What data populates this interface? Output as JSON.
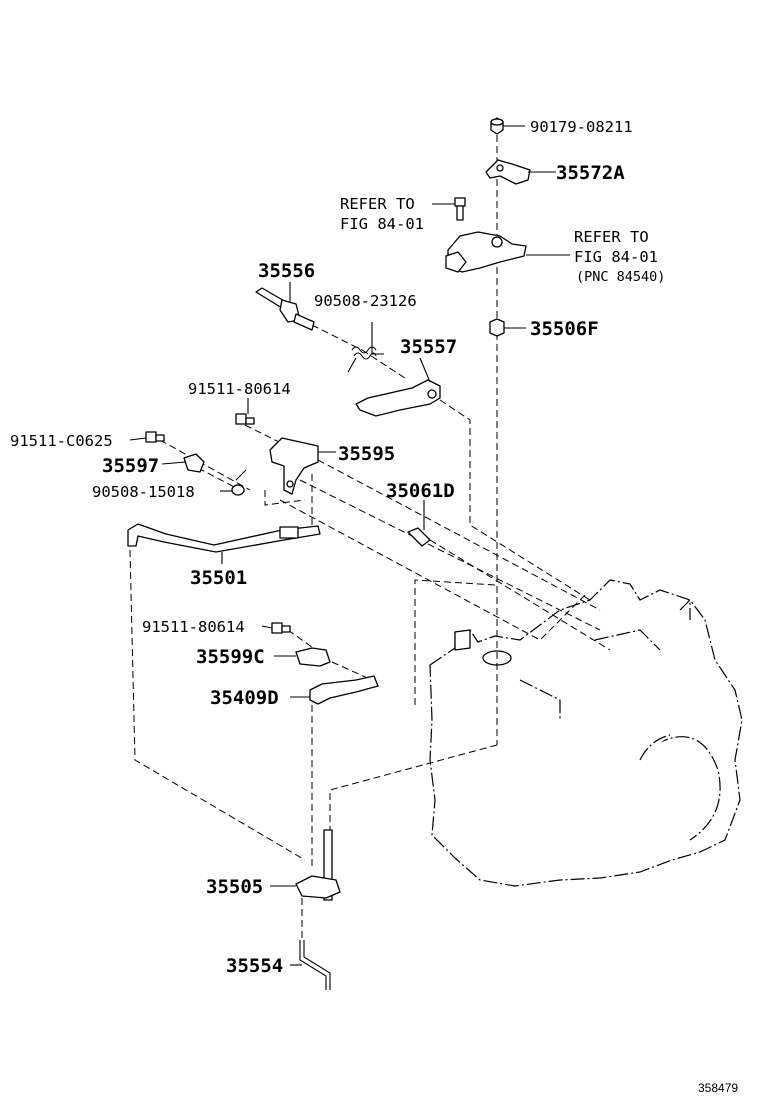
{
  "labels": {
    "p90179_08211": "90179-08211",
    "p35572A": "35572A",
    "refer_to_1": "REFER TO",
    "fig_84_01_1": "FIG 84-01",
    "refer_to_2": "REFER TO",
    "fig_84_01_2": "FIG 84-01",
    "pnc": "(PNC 84540)",
    "p35506F": "35506F",
    "p35556": "35556",
    "p90508_23126": "90508-23126",
    "p35557": "35557",
    "p91511_80614_a": "91511-80614",
    "p91511_C0625": "91511-C0625",
    "p35595": "35595",
    "p35597": "35597",
    "p90508_15018": "90508-15018",
    "p35061D": "35061D",
    "p35501": "35501",
    "p91511_80614_b": "91511-80614",
    "p35599C": "35599C",
    "p35409D": "35409D",
    "p35505": "35505",
    "p35554": "35554",
    "diagram_id": "358479"
  }
}
